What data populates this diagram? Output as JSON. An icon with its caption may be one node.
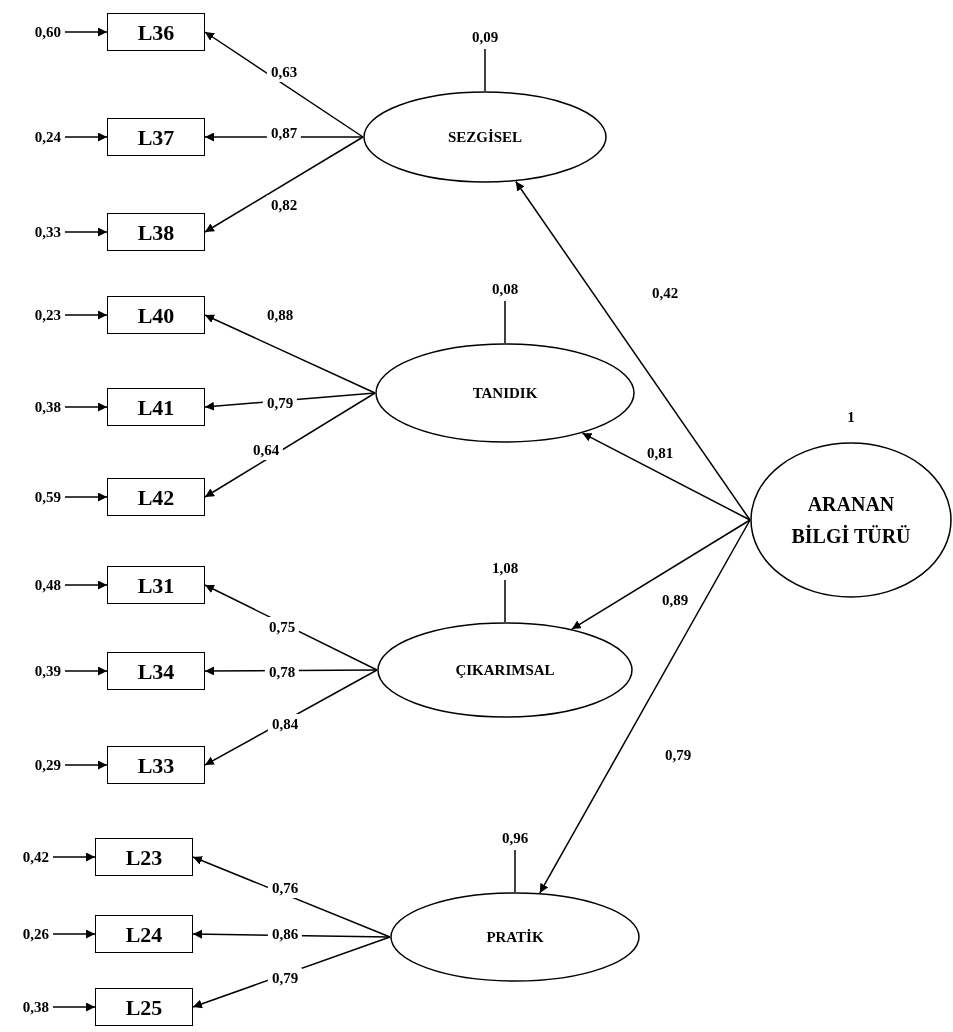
{
  "diagram": {
    "nodes": [
      {
        "text": [
          "SEZGİSEL"
        ]
      },
      {
        "text": [
          "L36"
        ],
        "beside": [
          "0,60"
        ]
      },
      {
        "text": [
          "L37"
        ],
        "beside": [
          "0,24"
        ]
      },
      {
        "text": [
          "L38"
        ],
        "beside": [
          "0,33"
        ]
      },
      {
        "text": [
          "TANIDIK"
        ]
      },
      {
        "text": [
          "L40"
        ],
        "beside": [
          "0,23"
        ]
      },
      {
        "text": [
          "L41"
        ],
        "beside": [
          "0,38"
        ]
      },
      {
        "text": [
          "L42"
        ],
        "beside": [
          "0,59"
        ]
      },
      {
        "text": [
          "ÇIKARIMSAL"
        ]
      },
      {
        "text": [
          "L31"
        ],
        "beside": [
          "0,48"
        ]
      },
      {
        "text": [
          "L34"
        ],
        "beside": [
          "0,39"
        ]
      },
      {
        "text": [
          "L33"
        ],
        "beside": [
          "0,29"
        ]
      },
      {
        "text": [
          "PRATİK"
        ]
      },
      {
        "text": [
          "L23"
        ],
        "beside": [
          "0,42"
        ]
      },
      {
        "text": [
          "L24"
        ],
        "beside": [
          "0,26"
        ]
      },
      {
        "text": [
          "L25"
        ],
        "beside": [
          "0,38"
        ]
      },
      {
        "text": [
          "ARANAN BİLGİ TÜRÜ"
        ]
      }
    ],
    "labels": [
      "1"
    ],
    "edges": [
      {
        "from": 0,
        "to": 1,
        "arrow": "to",
        "label": "0,63"
      },
      {
        "from": 0,
        "to": 2,
        "arrow": "to",
        "label": "0,87"
      },
      {
        "from": 0,
        "to": 3,
        "arrow": "to",
        "label": "0,82"
      },
      {
        "from": 4,
        "to": 5,
        "arrow": "to",
        "label": "0,88"
      },
      {
        "from": 4,
        "to": 6,
        "arrow": "to",
        "label": "0,79"
      },
      {
        "from": 4,
        "to": 7,
        "arrow": "to",
        "label": "0,64"
      },
      {
        "from": 8,
        "to": 9,
        "arrow": "to",
        "label": "0,75"
      },
      {
        "from": 8,
        "to": 10,
        "arrow": "to",
        "label": "0,78"
      },
      {
        "from": 8,
        "to": 11,
        "arrow": "to",
        "label": "0,84"
      },
      {
        "from": 12,
        "to": 13,
        "arrow": "to",
        "label": "0,76"
      },
      {
        "from": 12,
        "to": 14,
        "arrow": "to",
        "label": "0,86"
      },
      {
        "from": 12,
        "to": 15,
        "arrow": "to",
        "label": "0,79"
      },
      {
        "from": 16,
        "to": 0,
        "arrow": "to",
        "label": "0,42"
      },
      {
        "from": 16,
        "to": 4,
        "arrow": "to",
        "label": "0,81"
      },
      {
        "from": 16,
        "to": 8,
        "arrow": "to",
        "label": "0,89"
      },
      {
        "from": 16,
        "to": 12,
        "arrow": "to",
        "label": "0,79"
      },
      {
        "from": null,
        "to": 1,
        "arrow": "to"
      },
      {
        "from": null,
        "to": 2,
        "arrow": "to"
      },
      {
        "from": null,
        "to": 3,
        "arrow": "to"
      },
      {
        "from": null,
        "to": 5,
        "arrow": "to"
      },
      {
        "from": null,
        "to": 6,
        "arrow": "to"
      },
      {
        "from": null,
        "to": 7,
        "arrow": "to"
      },
      {
        "from": null,
        "to": 9,
        "arrow": "to"
      },
      {
        "from": null,
        "to": 10,
        "arrow": "to"
      },
      {
        "from": null,
        "to": 11,
        "arrow": "to"
      },
      {
        "from": null,
        "to": 13,
        "arrow": "to"
      },
      {
        "from": null,
        "to": 14,
        "arrow": "to"
      },
      {
        "from": null,
        "to": 15,
        "arrow": "to"
      },
      {
        "from": null,
        "to": 0,
        "arrow": "none",
        "label": "0,09"
      },
      {
        "from": null,
        "to": 4,
        "arrow": "none",
        "label": "0,08"
      },
      {
        "from": null,
        "to": 8,
        "arrow": "none",
        "label": "1,08"
      },
      {
        "from": null,
        "to": 12,
        "arrow": "none",
        "label": "0,96"
      }
    ]
  }
}
